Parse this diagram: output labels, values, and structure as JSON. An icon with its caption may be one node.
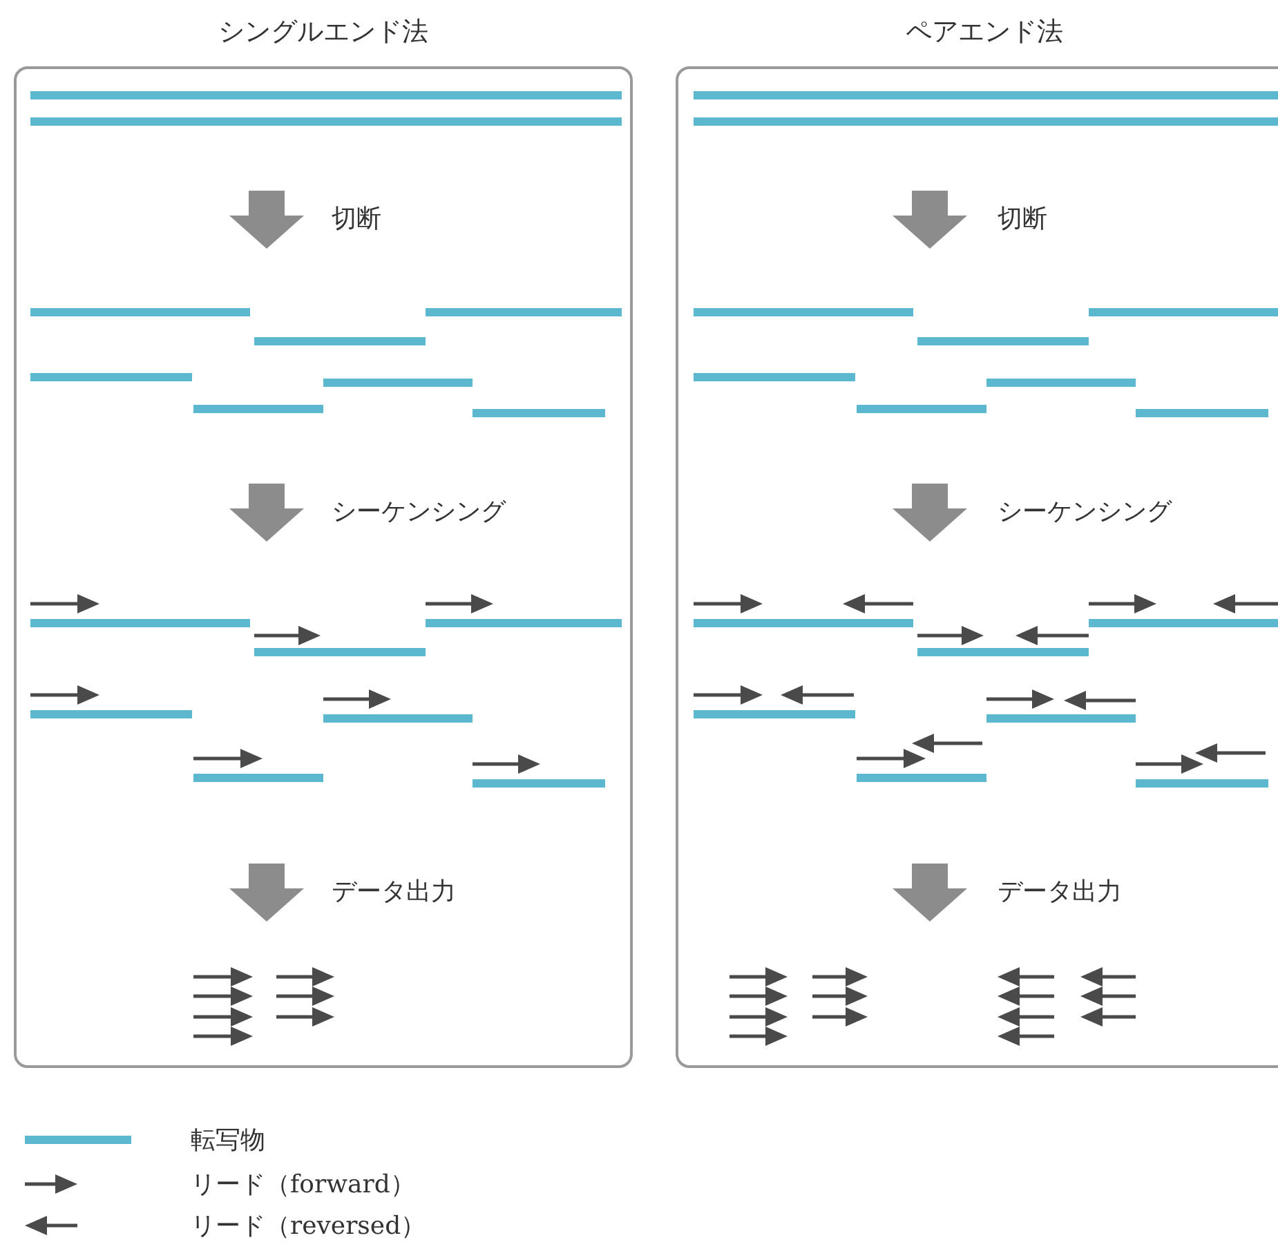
{
  "diagram": {
    "nodes": [
      {
        "text": [
          "シングルエンド法"
        ]
      },
      {
        "text": [
          "ペアエンド法"
        ]
      }
    ],
    "labels": [
      "切断",
      "切断",
      "シーケンシング",
      "シーケンシング",
      "データ出力",
      "データ出力"
    ],
    "legend": [
      {
        "text": "転写物",
        "color": "#5bb8cf"
      },
      {
        "text": "リード（forward）"
      },
      {
        "text": "リード（reversed）"
      }
    ]
  }
}
